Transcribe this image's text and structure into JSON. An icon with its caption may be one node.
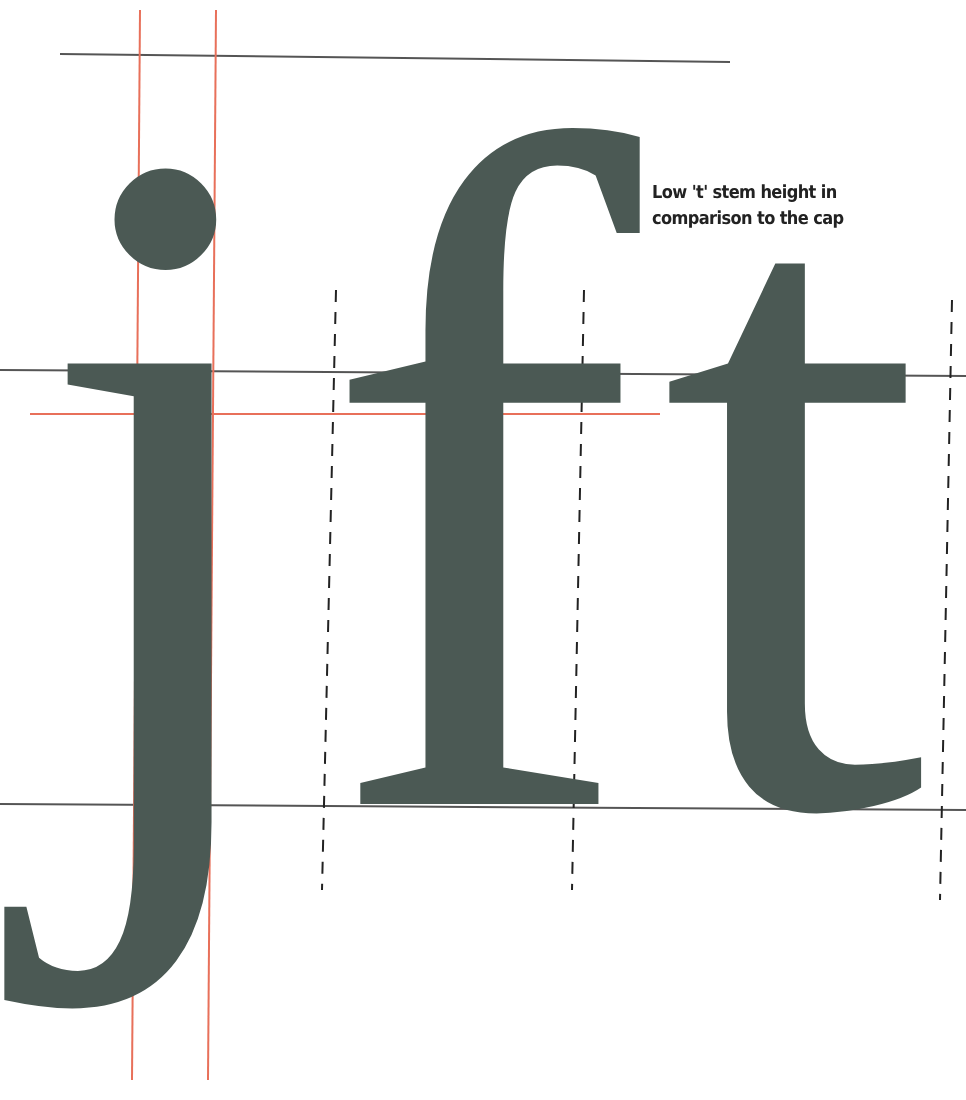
{
  "diagram": {
    "labels": [
      "j",
      "f",
      "t",
      "Low 't' stem height in comparison to the cap"
    ]
  }
}
